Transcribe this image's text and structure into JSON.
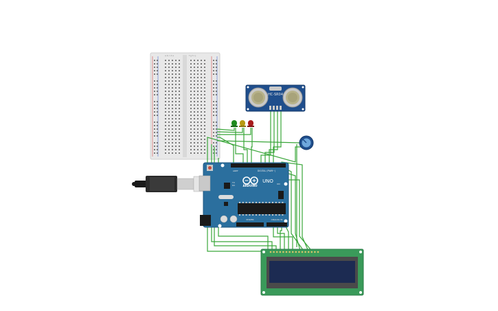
{
  "sensor": {
    "model": "HC-SR04"
  },
  "arduino": {
    "brand": "ARDUINO",
    "model": "UNO",
    "label_on": "ON",
    "label_tx": "TX",
    "label_rx": "RX",
    "label_digital": "DIGITAL (PWM~)",
    "label_analog": "ANALOG IN",
    "label_power": "POWER",
    "label_aref": "AREF",
    "label_gnd": "GND"
  },
  "breadboard": {
    "col_letters_left": "a b c d e",
    "col_letters_right": "f g h i j"
  },
  "leds": [
    {
      "color": "green",
      "hex": "#1e8a1e"
    },
    {
      "color": "yellow",
      "hex": "#b89a12"
    },
    {
      "color": "red",
      "hex": "#a81c1c"
    }
  ],
  "colors": {
    "wire": "#3aa63a",
    "arduino_board": "#2b6f9e",
    "sensor_board": "#1f4e8c",
    "lcd_board": "#3a9a5a",
    "lcd_screen": "#1c2b52",
    "potentiometer": "#1f4e8c",
    "usb_cable": "#1a1a1a"
  },
  "icons": [
    "usb-cable-icon",
    "arduino-logo-icon",
    "potentiometer-knob-icon"
  ]
}
